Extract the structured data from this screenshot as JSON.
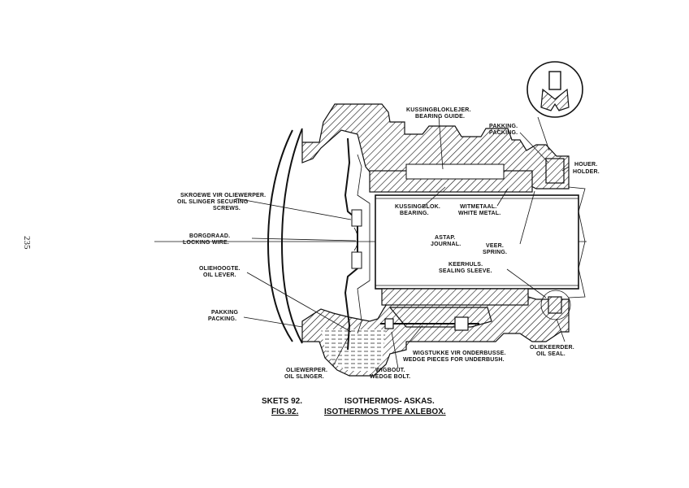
{
  "page_number": "235",
  "labels": {
    "kussingbloklejer": "KUSSINGBLOKLEJER.",
    "bearing_guide": "BEARING GUIDE.",
    "pakking_top": "PAKKING.",
    "packing_top": "PACKING.",
    "houer": "HOUER.",
    "holder": "HOLDER.",
    "skroewe": "SKROEWE VIR OLIEWERPER.",
    "oil_slinger_securing": "OIL SLINGER SECURING",
    "screws": "SCREWS.",
    "kussingblok": "KUSSINGBLOK.",
    "bearing": "BEARING.",
    "witmetaal": "WITMETAAL.",
    "white_metal": "WHITE METAL.",
    "borgdraad": "BORGDRAAD.",
    "locking_wire": "LOCKING WIRE.",
    "astap": "ASTAP.",
    "journal": "JOURNAL.",
    "veer": "VEER.",
    "spring": "SPRING.",
    "keerhuls": "KEERHULS.",
    "sealing_sleeve": "SEALING SLEEVE.",
    "oliehoogte": "OLIEHOOGTE.",
    "oil_lever": "OIL LEVER.",
    "pakking_left": "PAKKING",
    "packing_left": "PACKING.",
    "oliekeerder": "OLIEKEERDER.",
    "oil_seal": "OIL SEAL.",
    "wigstukke": "WIGSTUKKE VIR ONDERBUSSE.",
    "wedge_pieces": "WEDGE PIECES FOR UNDERBUSH.",
    "oliewerper": "OLIEWERPER.",
    "oil_slinger": "OIL SLINGER.",
    "wigbout": "WIGBOUT.",
    "wedge_bolt": "WEDGE BOLT."
  },
  "caption": {
    "sketch_no": "SKETS 92.",
    "sketch_title": "ISOTHERMOS- ASKAS.",
    "fig_no": "FIG.92.",
    "fig_title": "ISOTHERMOS TYPE AXLEBOX."
  }
}
